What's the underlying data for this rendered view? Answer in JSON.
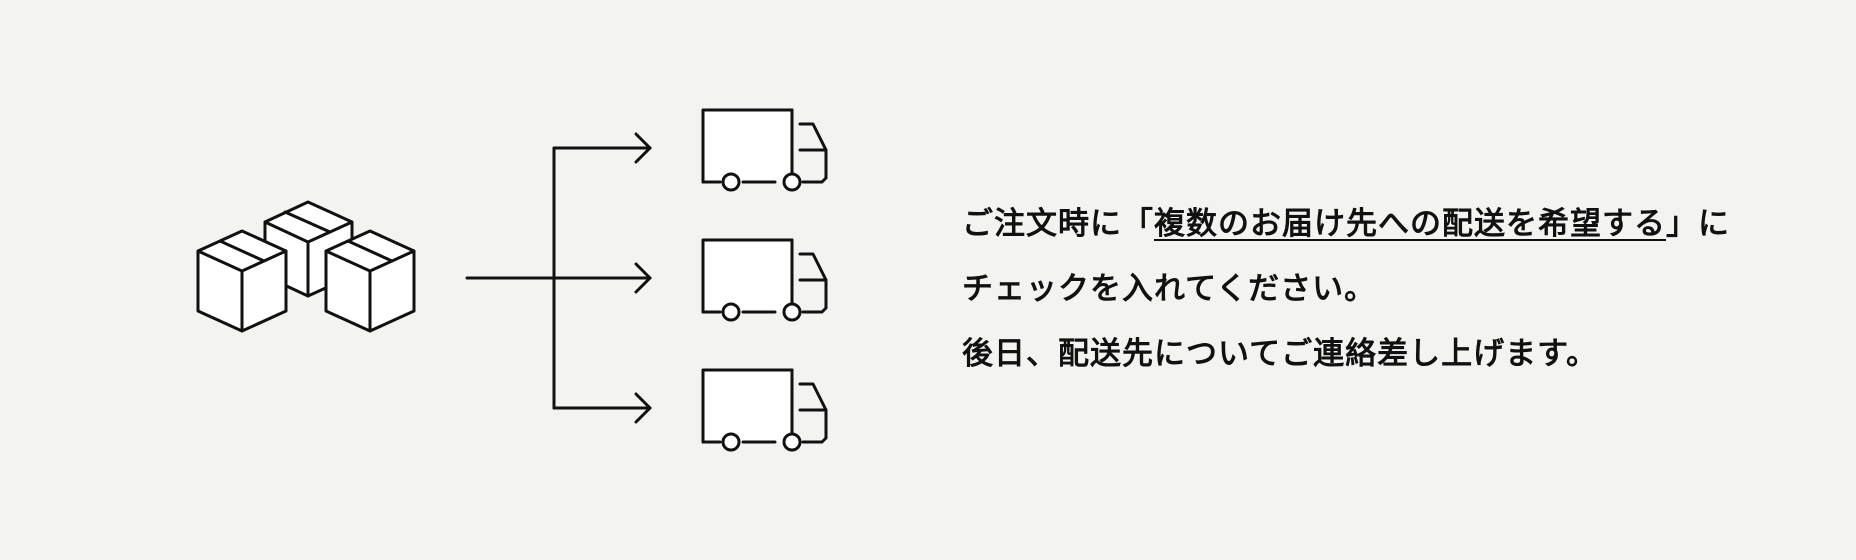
{
  "instructions": {
    "line1_before": "ご注文時に「",
    "option_label": "複数のお届け先への配送を希望する",
    "line1_after": "」に",
    "line2": "チェックを入れてください。",
    "line3": "後日、配送先についてご連絡差し上げます。"
  },
  "icons": {
    "source": "boxes-icon",
    "destination": "truck-icon",
    "destination_count": 3
  }
}
